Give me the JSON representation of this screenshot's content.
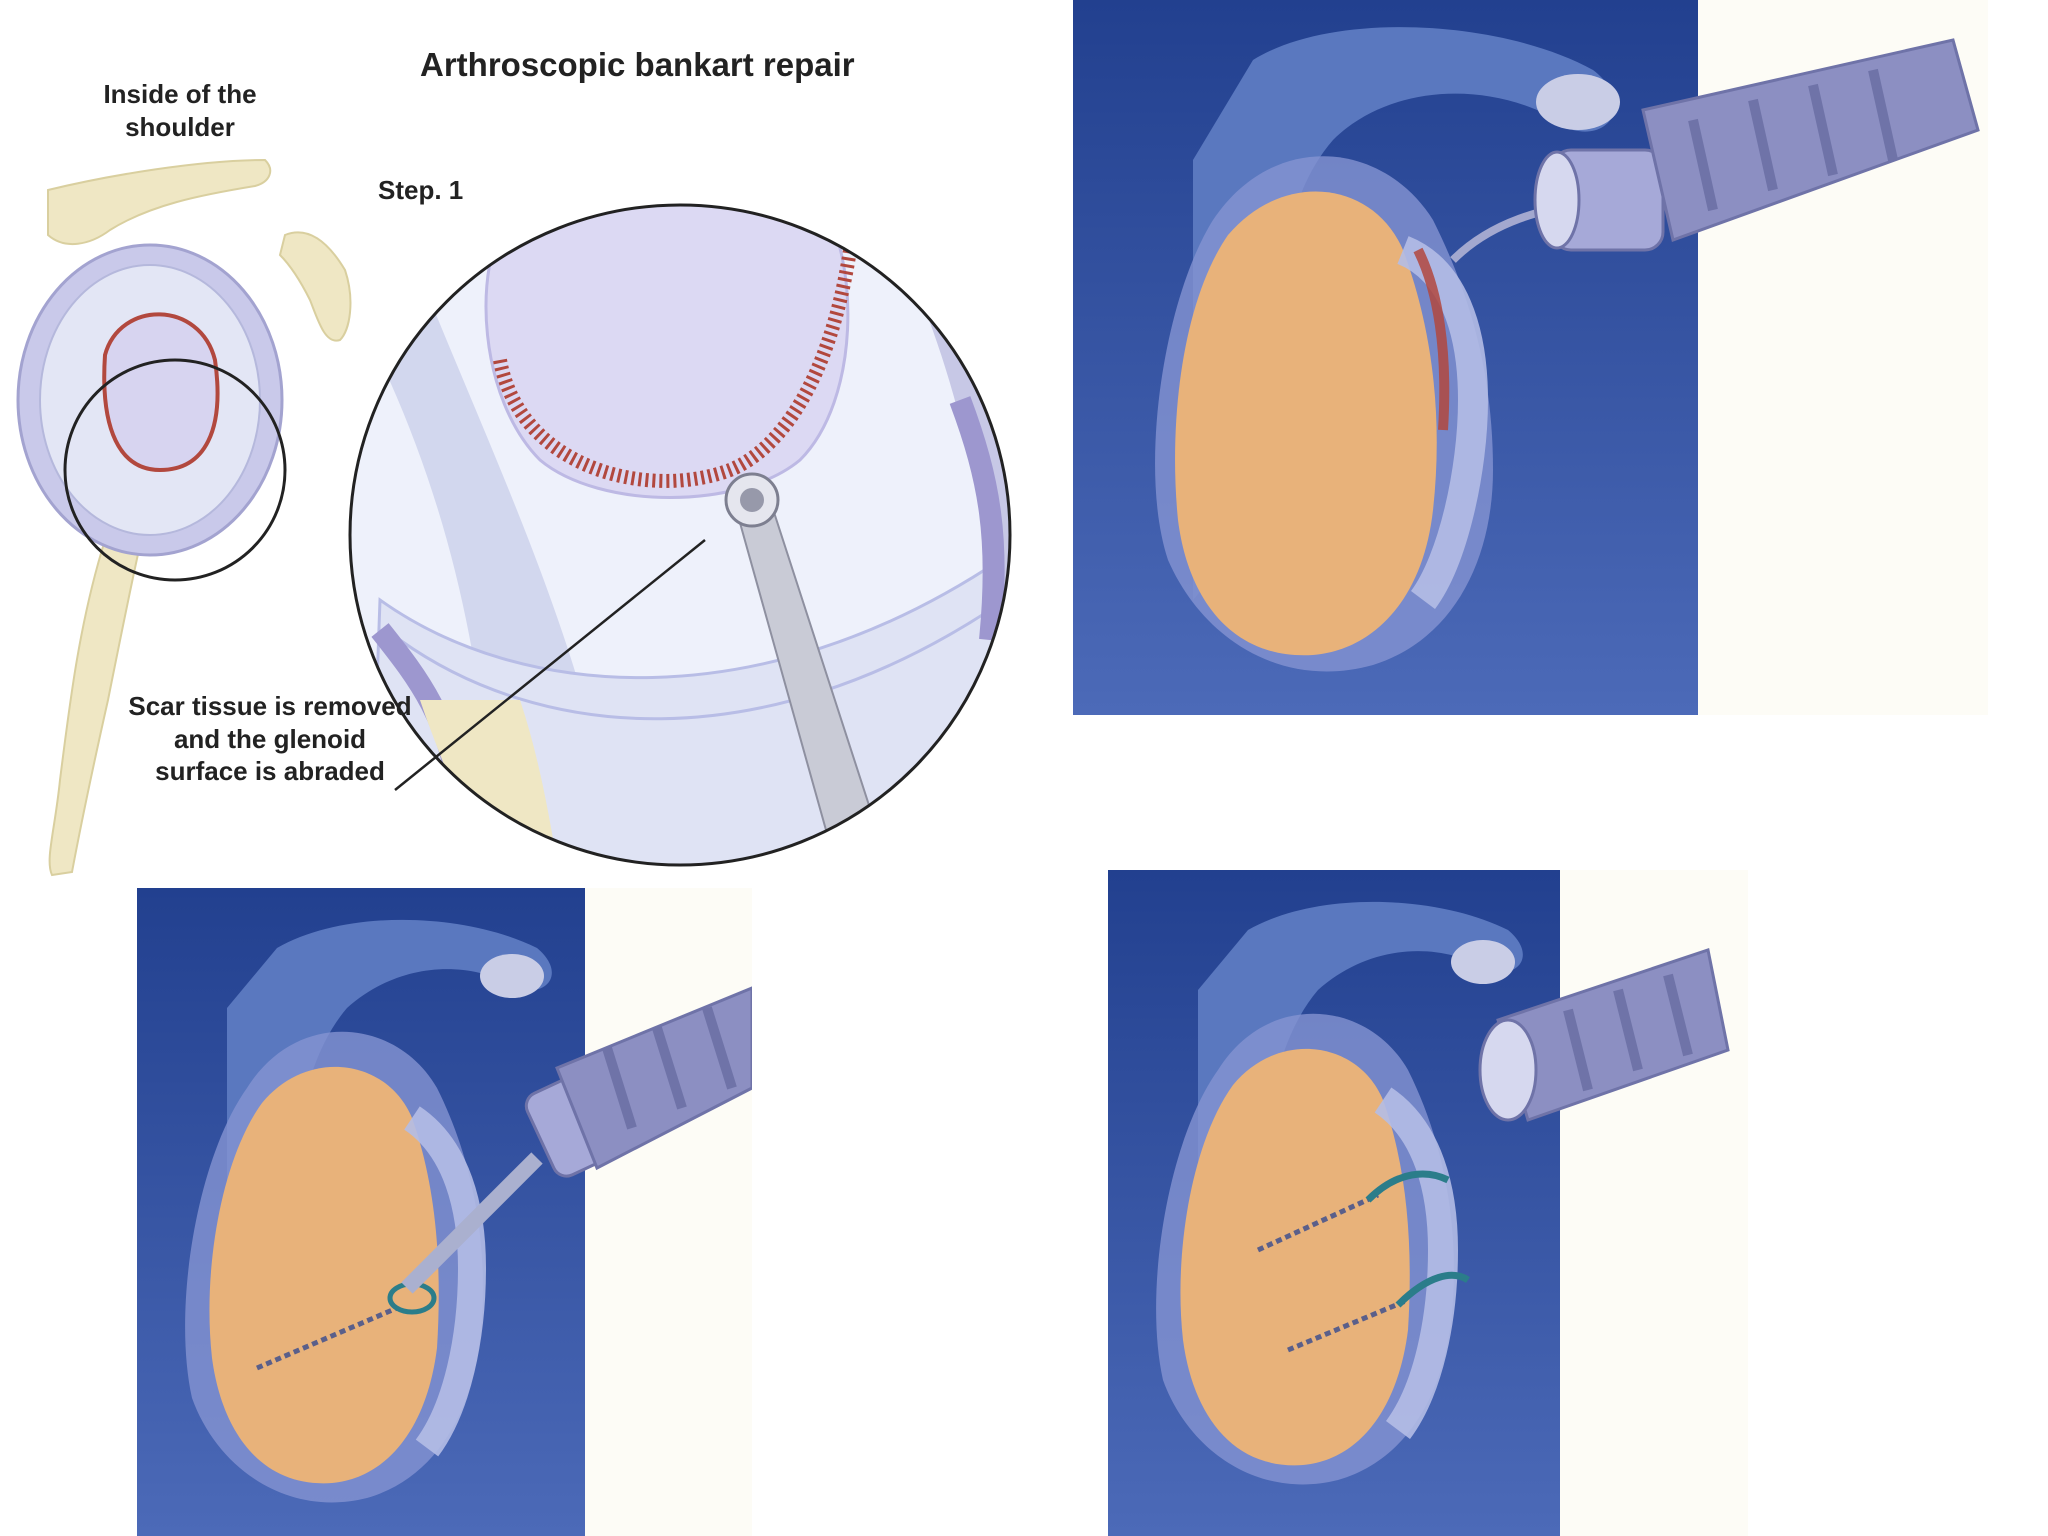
{
  "labels": {
    "title": "Arthroscopic bankart repair",
    "inside_shoulder": "Inside of the shoulder",
    "step": "Step. 1",
    "scar_tissue": "Scar tissue is removed and the glenoid surface is abraded"
  },
  "colors": {
    "panel_blue": "#2f4fa0",
    "glenoid_orange": "#e8b27a",
    "labrum_lavender": "#b8bde6",
    "humeral_head": "#dcd9f3",
    "bone": "#efe7c4",
    "cannula": "#8c8fc2",
    "scar_red": "#b2483e"
  }
}
